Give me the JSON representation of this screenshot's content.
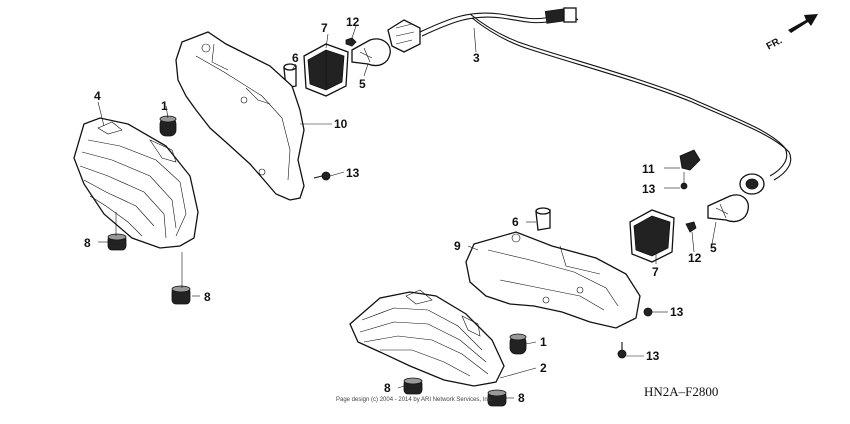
{
  "diagram": {
    "fr_label": "FR.",
    "diagram_code": "HN2A–F2800",
    "copyright": "Page design (c) 2004 - 2014 by ARI Network Services, Inc.",
    "callouts": {
      "c1_upper": "1",
      "c1_lower": "1",
      "c2": "2",
      "c3": "3",
      "c4": "4",
      "c5_left": "5",
      "c5_right": "5",
      "c6_left": "6",
      "c6_right": "6",
      "c7_left": "7",
      "c7_right": "7",
      "c8_a": "8",
      "c8_b": "8",
      "c8_c": "8",
      "c8_d": "8",
      "c9": "9",
      "c10": "10",
      "c11": "11",
      "c12_left": "12",
      "c12_right": "12",
      "c13_a": "13",
      "c13_b": "13",
      "c13_c": "13",
      "c13_d": "13"
    }
  }
}
